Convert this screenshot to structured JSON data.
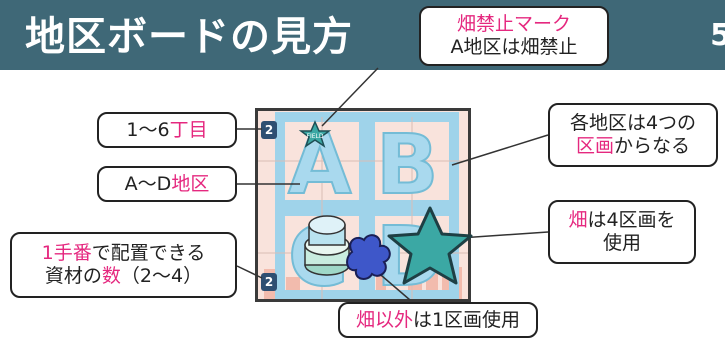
{
  "header": {
    "title": "地区ボードの見方",
    "page_number": "5"
  },
  "board": {
    "districts": [
      "A",
      "B",
      "C",
      "D"
    ],
    "chome_label": "2",
    "field_mark_label": "FIELD"
  },
  "callouts": {
    "field_ban_title": "畑禁止マーク",
    "field_ban_body": "A地区は畑禁止",
    "chome_prefix": "1〜6",
    "chome_highlight": "丁目",
    "district_prefix": "A〜D",
    "district_highlight": "地区",
    "sections_line1": "各地区は4つの",
    "sections_highlight": "区画",
    "sections_suffix": "からなる",
    "field_highlight": "畑",
    "field_line1_suffix": "は4区画を",
    "field_line2": "使用",
    "materials_highlight1": "1手番",
    "materials_line1_suffix": "で配置できる",
    "materials_prefix2": "資材の",
    "materials_highlight2": "数",
    "materials_suffix2": "（2〜4）",
    "other_highlight": "畑以外",
    "other_suffix": "は1区画使用"
  },
  "colors": {
    "header_bg": "#3f6877",
    "accent_pink": "#e5287f",
    "board_bg": "#f9e3dc",
    "district_letter": "#a9d9ee",
    "star_teal": "#3ba8a4",
    "puzzle_blue": "#3e57c9"
  }
}
